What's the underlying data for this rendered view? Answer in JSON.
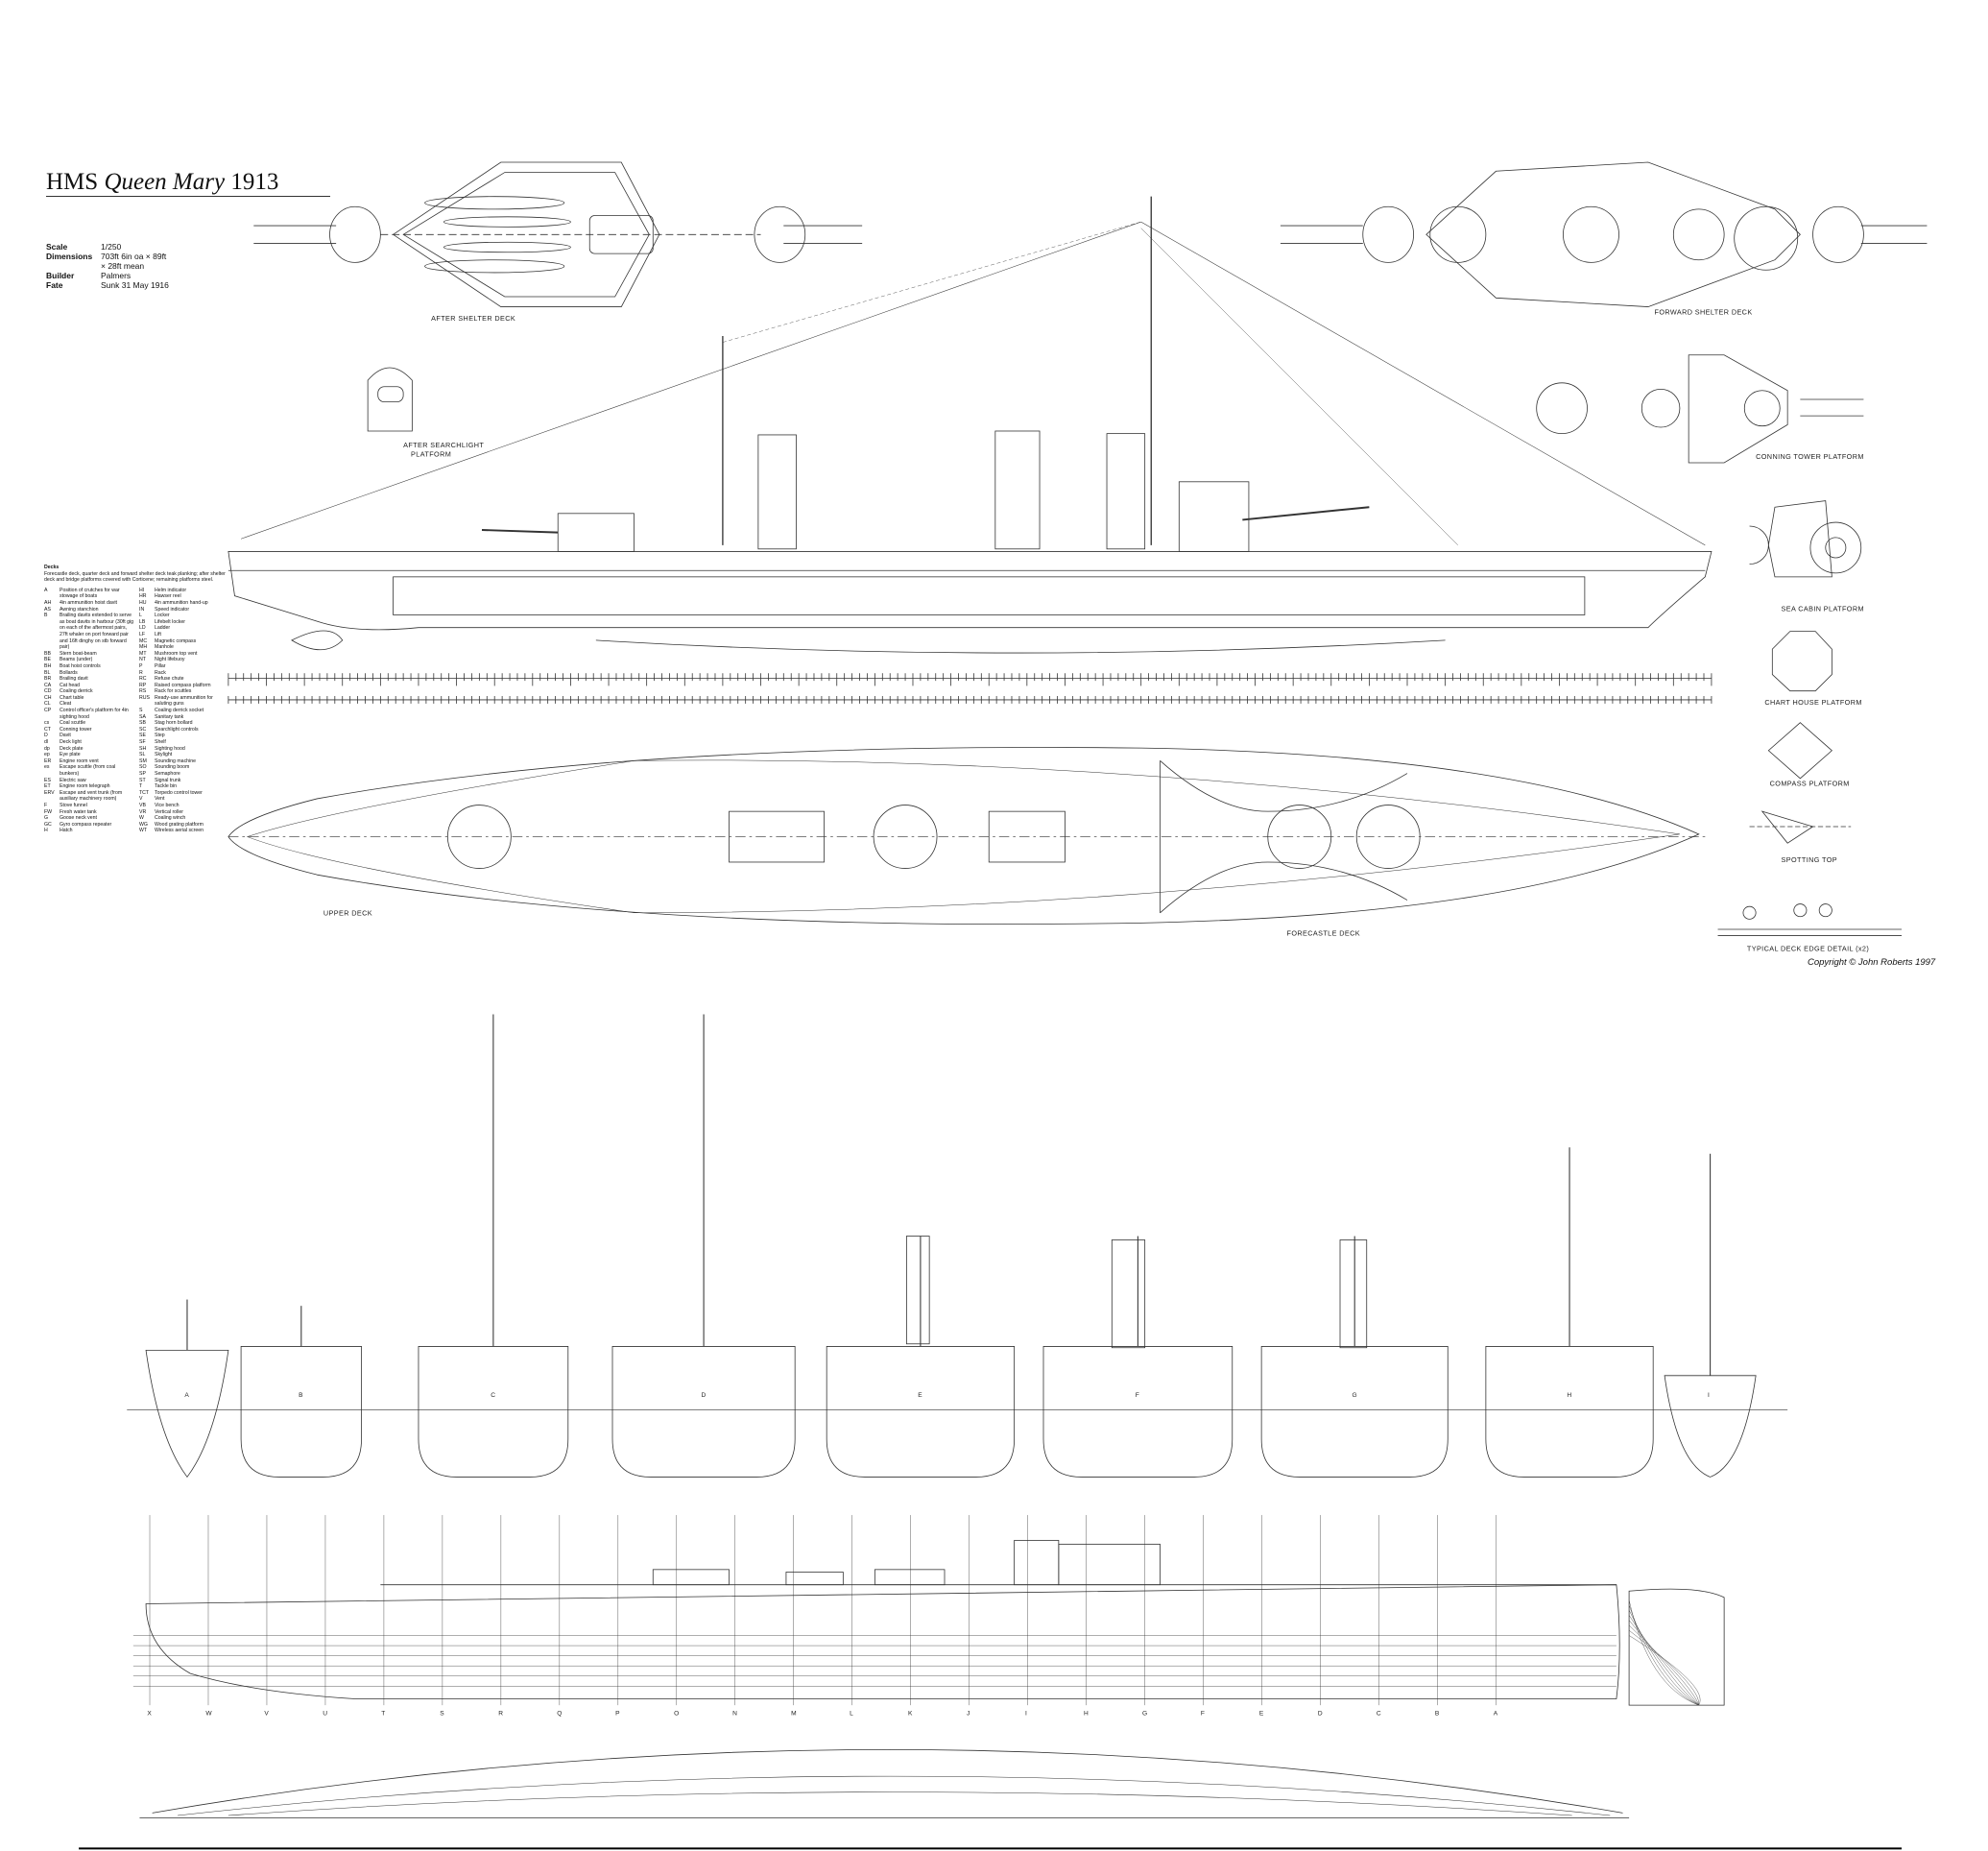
{
  "title": {
    "prefix": "HMS",
    "ship": "Queen Mary",
    "year": "1913"
  },
  "specs": [
    {
      "key": "Scale",
      "value": "1/250"
    },
    {
      "key": "Dimensions",
      "value": "703ft 6in oa × 89ft"
    },
    {
      "key": "",
      "value": "× 28ft mean"
    },
    {
      "key": "Builder",
      "value": "Palmers"
    },
    {
      "key": "Fate",
      "value": "Sunk 31 May 1916"
    }
  ],
  "legend": {
    "heading": "Decks",
    "note": "Forecastle deck, quarter deck and forward shelter deck teak planking; after shelter deck and bridge platforms covered with Corticene; remaining platforms steel.",
    "left": [
      [
        "A",
        "Position of crutches for war stowage of boats"
      ],
      [
        "AH",
        "4in ammunition hoist davit"
      ],
      [
        "AS",
        "Awning stanchion"
      ],
      [
        "B",
        "Brailing davits extended to serve as boat davits in harbour (30ft gig on each of the aftermost pairs, 27ft whaler on port forward pair and 16ft dinghy on stb forward pair)"
      ],
      [
        "BB",
        "Stern boat-beam"
      ],
      [
        "BE",
        "Beams (under)"
      ],
      [
        "BH",
        "Boat hoist controls"
      ],
      [
        "BL",
        "Bollards"
      ],
      [
        "BR",
        "Brailing davit"
      ],
      [
        "CA",
        "Cat head"
      ],
      [
        "CD",
        "Coaling derrick"
      ],
      [
        "CH",
        "Chart table"
      ],
      [
        "CL",
        "Cleat"
      ],
      [
        "CP",
        "Control officer's platform for 4in sighting hood"
      ],
      [
        "cs",
        "Coal scuttle"
      ],
      [
        "CT",
        "Conning tower"
      ],
      [
        "D",
        "Davit"
      ],
      [
        "dl",
        "Deck light"
      ],
      [
        "dp",
        "Deck plate"
      ],
      [
        "ep",
        "Eye plate"
      ],
      [
        "ER",
        "Engine room vent"
      ],
      [
        "es",
        "Escape scuttle (from coal bunkers)"
      ],
      [
        "ES",
        "Electric saw"
      ],
      [
        "ET",
        "Engine room telegraph"
      ],
      [
        "ERV",
        "Escape and vent trunk (from auxiliary machinery room)"
      ],
      [
        "F",
        "Stove funnel"
      ],
      [
        "FW",
        "Fresh water tank"
      ],
      [
        "G",
        "Goose neck vent"
      ],
      [
        "GC",
        "Gyro compass repeater"
      ],
      [
        "H",
        "Hatch"
      ]
    ],
    "right": [
      [
        "HI",
        "Helm indicator"
      ],
      [
        "HR",
        "Hawser reel"
      ],
      [
        "HU",
        "4in ammunition hand-up"
      ],
      [
        "IN",
        "Speed indicator"
      ],
      [
        "L",
        "Locker"
      ],
      [
        "LB",
        "Lifebelt locker"
      ],
      [
        "LD",
        "Ladder"
      ],
      [
        "LF",
        "Lift"
      ],
      [
        "MC",
        "Magnetic compass"
      ],
      [
        "MH",
        "Manhole"
      ],
      [
        "MT",
        "Mushroom top vent"
      ],
      [
        "NT",
        "Night lifebuoy"
      ],
      [
        "P",
        "Pillar"
      ],
      [
        "R",
        "Rack"
      ],
      [
        "RC",
        "Refuse chute"
      ],
      [
        "RP",
        "Raised compass platform"
      ],
      [
        "RS",
        "Rack for scuttles"
      ],
      [
        "RUS",
        "Ready-use ammunition for saluting guns"
      ],
      [
        "S",
        "Coaling derrick socket"
      ],
      [
        "SA",
        "Sanitary tank"
      ],
      [
        "SB",
        "Stag horn bollard"
      ],
      [
        "SC",
        "Searchlight controls"
      ],
      [
        "SE",
        "Step"
      ],
      [
        "SF",
        "Shelf"
      ],
      [
        "SH",
        "Sighting hood"
      ],
      [
        "SL",
        "Skylight"
      ],
      [
        "SM",
        "Sounding machine"
      ],
      [
        "SO",
        "Sounding boom"
      ],
      [
        "SP",
        "Semaphore"
      ],
      [
        "ST",
        "Signal trunk"
      ],
      [
        "T",
        "Tackle bin"
      ],
      [
        "TCT",
        "Torpedo control tower"
      ],
      [
        "V",
        "Vent"
      ],
      [
        "VB",
        "Vice bench"
      ],
      [
        "VR",
        "Vertical roller"
      ],
      [
        "W",
        "Coaling winch"
      ],
      [
        "WG",
        "Wood grating platform"
      ],
      [
        "WT",
        "Wireless aerial screen"
      ]
    ]
  },
  "labels": {
    "after_shelter_deck": "AFTER SHELTER DECK",
    "forward_shelter_deck": "FORWARD SHELTER DECK",
    "after_searchlight_1": "AFTER SEARCHLIGHT",
    "after_searchlight_2": "PLATFORM",
    "conning_tower": "CONNING TOWER PLATFORM",
    "sea_cabin": "SEA CABIN PLATFORM",
    "chart_house": "CHART HOUSE PLATFORM",
    "compass": "COMPASS PLATFORM",
    "spotting_top": "SPOTTING TOP",
    "upper_deck": "UPPER DECK",
    "forecastle_deck": "FORECASTLE DECK",
    "deck_edge": "TYPICAL DECK EDGE DETAIL (x2)"
  },
  "sections": [
    "A",
    "B",
    "C",
    "D",
    "E",
    "F",
    "G",
    "H",
    "I"
  ],
  "stations": [
    "X",
    "W",
    "V",
    "U",
    "T",
    "S",
    "R",
    "Q",
    "P",
    "O",
    "N",
    "M",
    "L",
    "K",
    "J",
    "I",
    "H",
    "G",
    "F",
    "E",
    "D",
    "C",
    "B",
    "A"
  ],
  "copyright": "Copyright © John Roberts 1997"
}
